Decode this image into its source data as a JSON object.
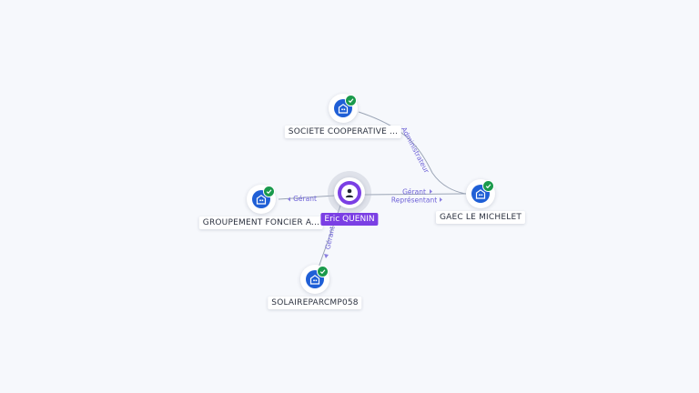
{
  "center_person": {
    "name": "Eric QUENIN",
    "icon": "person-icon",
    "color": "#7b3fe4"
  },
  "companies": [
    {
      "key": "societe",
      "name": "SOCIETE COOPERATIVE ...",
      "icon": "building-icon",
      "status": "check-icon"
    },
    {
      "key": "groupement",
      "name": "GROUPEMENT FONCIER A...",
      "icon": "building-icon",
      "status": "check-icon"
    },
    {
      "key": "gaec",
      "name": "GAEC LE MICHELET",
      "icon": "building-icon",
      "status": "check-icon"
    },
    {
      "key": "solaire",
      "name": "SOLAIREPARCMP058",
      "icon": "building-icon",
      "status": "check-icon"
    }
  ],
  "relations": {
    "groupement": [
      "Gérant"
    ],
    "gaec": [
      "Gérant",
      "Représentant"
    ],
    "solaire": [
      "Gérant"
    ],
    "societe_gaec": [
      "Administrateur"
    ]
  },
  "colors": {
    "company": "#1f5fd6",
    "verified": "#1a9a4c",
    "edge": "#9aa4b5",
    "edge_label": "#6f63d8"
  }
}
